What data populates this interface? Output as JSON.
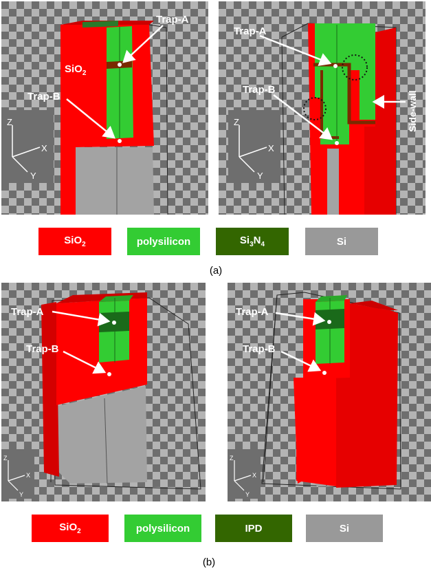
{
  "colors": {
    "sio2": "#ff0000",
    "polysilicon": "#33cc33",
    "si3n4": "#336600",
    "ipd": "#336600",
    "si": "#999999",
    "checker_dark": "#6e6e6e",
    "checker_light": "#b4b4b4"
  },
  "panels": {
    "a_left": {
      "trap_a": "Trap-A",
      "trap_b": "Trap-B",
      "sio2_base": "SiO",
      "sio2_sub": "2",
      "axis_z": "Z",
      "axis_x": "X",
      "axis_y": "Y"
    },
    "a_right": {
      "trap_a": "Trap-A",
      "trap_b": "Trap-B",
      "side_wall": "Side-wall",
      "axis_z": "Z",
      "axis_x": "X",
      "axis_y": "Y"
    },
    "b_left": {
      "trap_a": "Trap-A",
      "trap_b": "Trap-B",
      "axis_z": "Z",
      "axis_x": "X",
      "axis_y": "Y"
    },
    "b_right": {
      "trap_a": "Trap-A",
      "trap_b": "Trap-B",
      "axis_z": "Z",
      "axis_x": "X",
      "axis_y": "Y"
    }
  },
  "legend_a": {
    "sio2_base": "SiO",
    "sio2_sub": "2",
    "polysilicon": "polysilicon",
    "si3n4_a": "Si",
    "si3n4_sub1": "3",
    "si3n4_b": "N",
    "si3n4_sub2": "4",
    "si": "Si"
  },
  "legend_b": {
    "sio2_base": "SiO",
    "sio2_sub": "2",
    "polysilicon": "polysilicon",
    "ipd": "IPD",
    "si": "Si"
  },
  "captions": {
    "a": "(a)",
    "b": "(b)"
  }
}
